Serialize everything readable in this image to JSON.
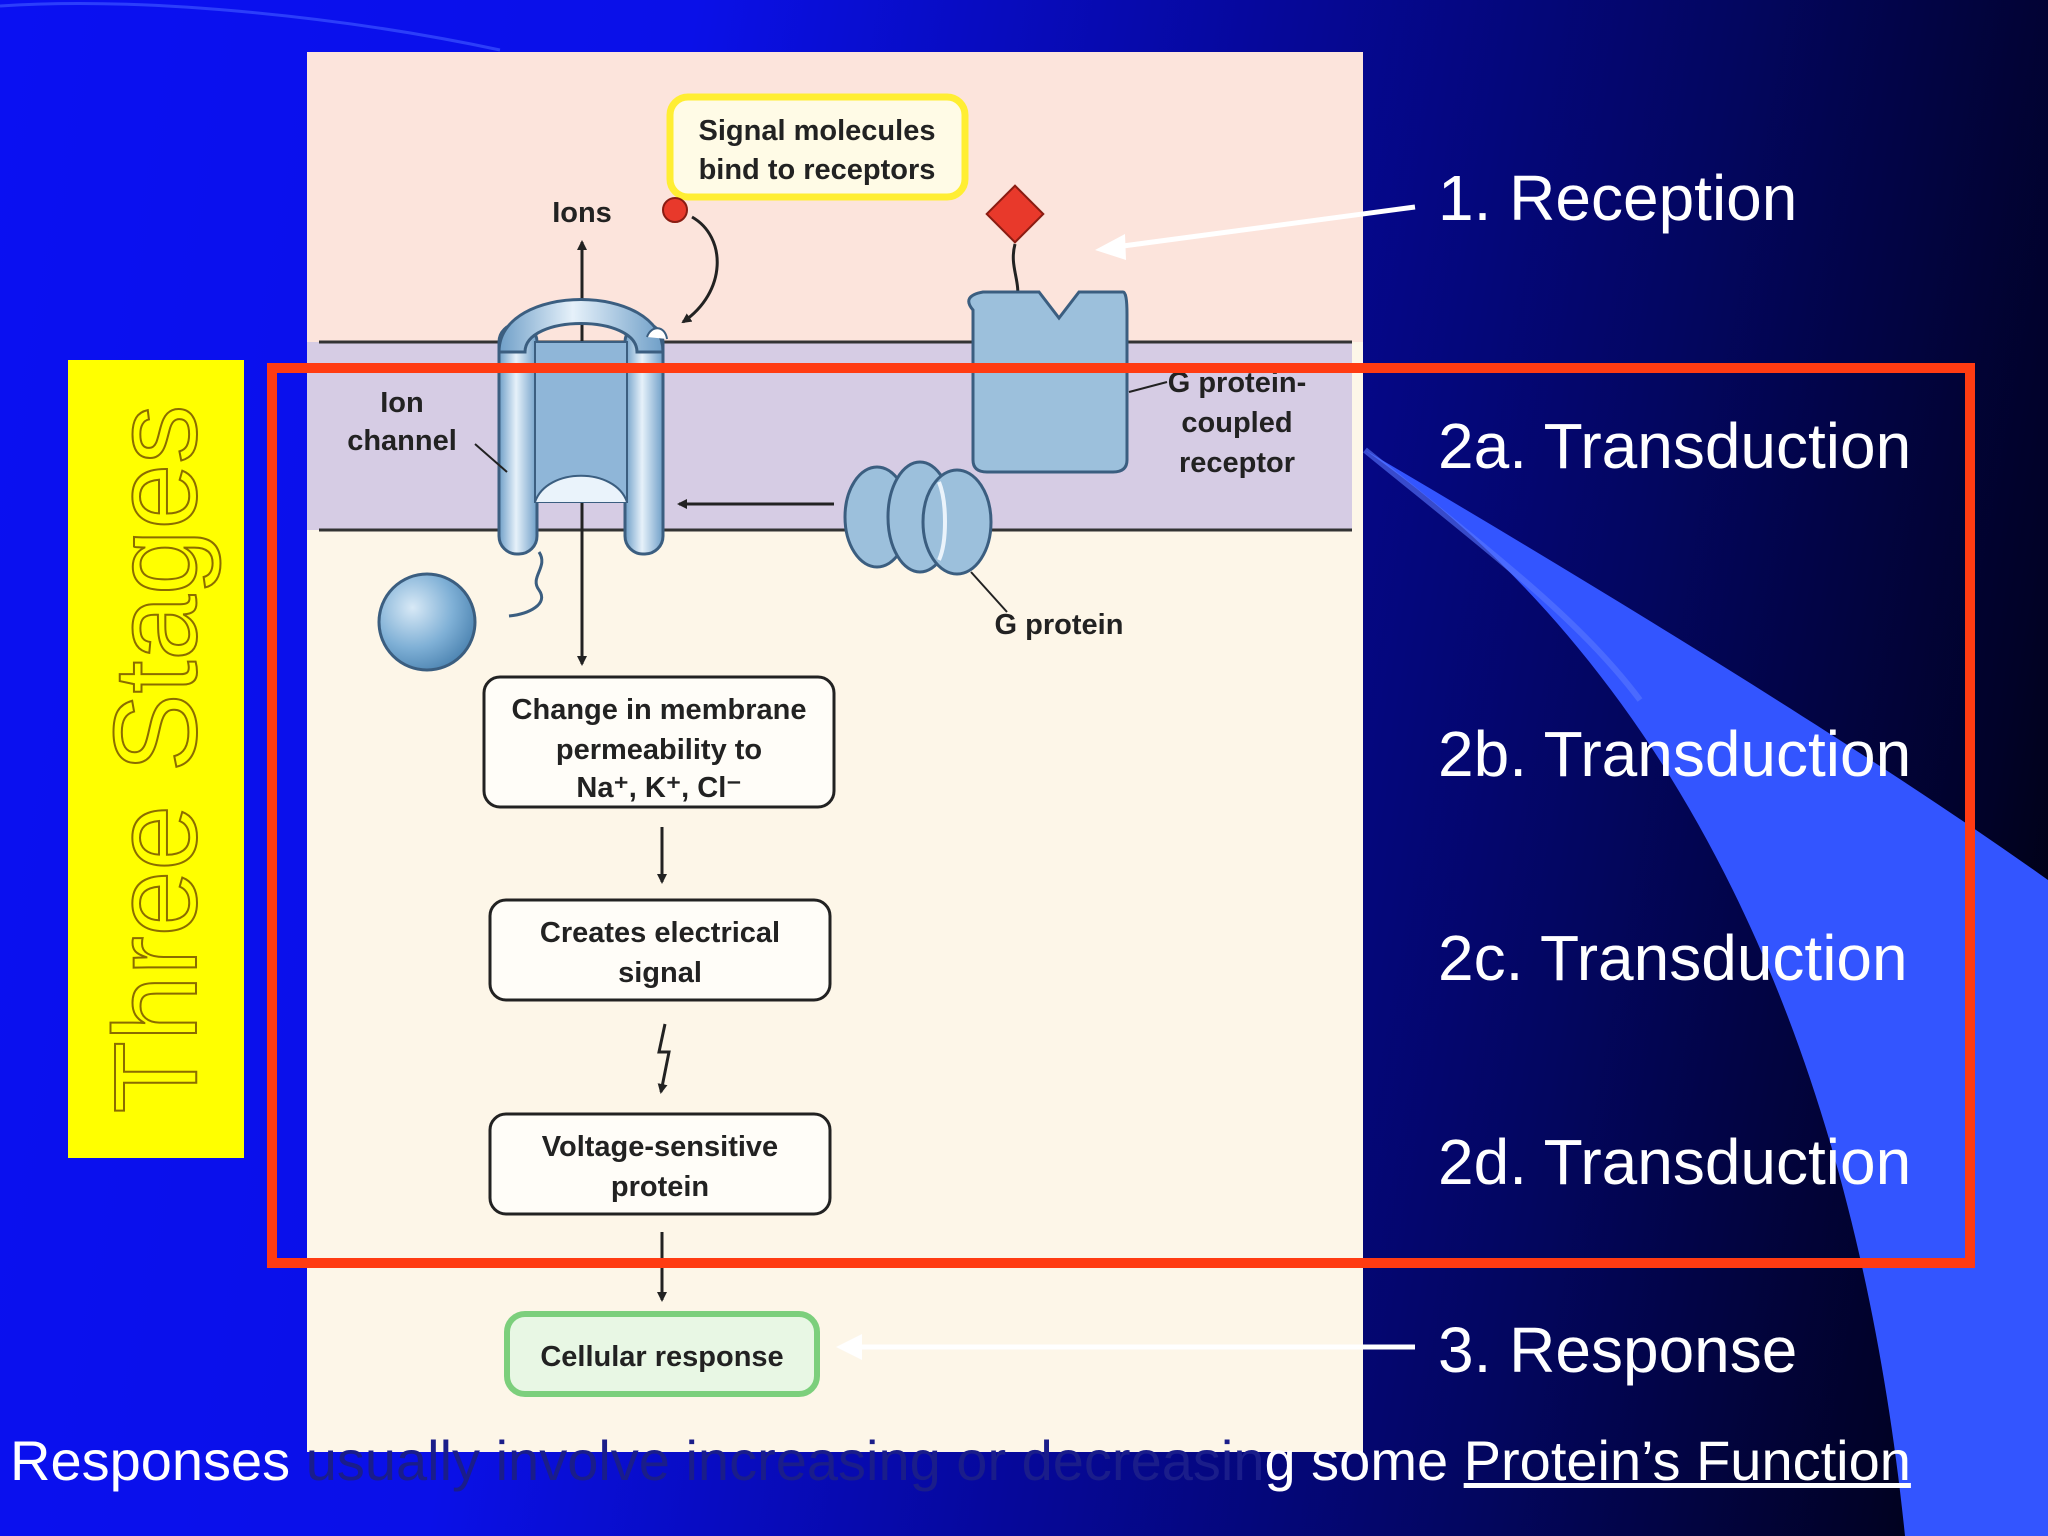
{
  "side_title": "Three Stages",
  "figure": {
    "signal_callout": [
      "Signal molecules",
      "bind to receptors"
    ],
    "ions_label": "Ions",
    "ion_channel_label": [
      "Ion",
      "channel"
    ],
    "gpcr_label": [
      "G protein-",
      "coupled",
      "receptor"
    ],
    "g_protein_label": "G protein",
    "box_permeability": [
      "Change in membrane",
      "permeability to",
      "Na⁺, K⁺, Cl⁻"
    ],
    "box_electrical": [
      "Creates electrical",
      "signal"
    ],
    "box_voltage": [
      "Voltage-sensitive",
      "protein"
    ],
    "box_response": "Cellular response"
  },
  "stages": {
    "reception": "1. Reception",
    "transduction_a": "2a. Transduction",
    "transduction_b": "2b. Transduction",
    "transduction_c": "2c. Transduction",
    "transduction_d": "2d. Transduction",
    "response": "3. Response"
  },
  "footer": {
    "lead": "Responses",
    "obscured": " usually involve increasing or decreasin",
    "tail": "g some ",
    "link": "Protein’s Function"
  },
  "colors": {
    "highlight_box": "#ff3b12",
    "side_label_bg": "#ffff00",
    "figure_top_bg": "#fce4dc",
    "membrane": "#d6cce4",
    "figure_bottom_bg": "#fdf6e8",
    "protein": "#9cc0dc",
    "callout_border": "#ffee33",
    "response_border": "#7ccf7c"
  }
}
